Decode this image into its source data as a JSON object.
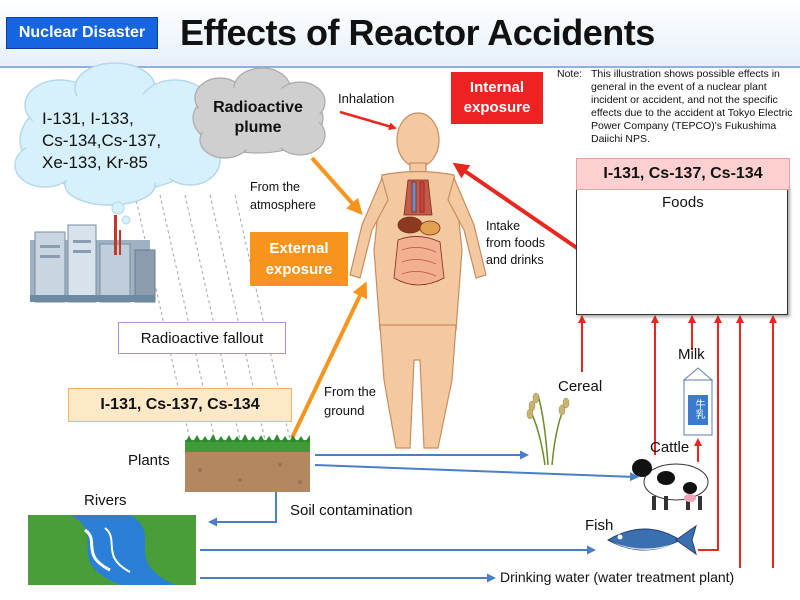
{
  "header": {
    "badge": "Nuclear Disaster",
    "title": "Effects of Reactor Accidents"
  },
  "note": {
    "label": "Note:",
    "text": "This illustration shows possible effects in general in the event of a nuclear plant incident or accident, and not the specific effects due to the accident at Tokyo Electric Power Company (TEPCO)'s Fukushima Daiichi NPS."
  },
  "cloud": {
    "line1": "I-131, I-133,",
    "line2": "Cs-134,Cs-137,",
    "line3": "Xe-133, Kr-85"
  },
  "plume": {
    "line1": "Radioactive",
    "line2": "plume"
  },
  "labels": {
    "inhalation": "Inhalation",
    "internal1": "Internal",
    "internal2": "exposure",
    "from_atm1": "From the",
    "from_atm2": "atmosphere",
    "external1": "External",
    "external2": "exposure",
    "intake1": "Intake",
    "intake2": "from foods",
    "intake3": "and drinks",
    "fallout": "Radioactive fallout",
    "isotopes_left": "I-131, Cs-137, Cs-134",
    "isotopes_right": "I-131, Cs-137, Cs-134",
    "foods": "Foods",
    "from_ground1": "From the",
    "from_ground2": "ground",
    "plants": "Plants",
    "rivers": "Rivers",
    "soil": "Soil contamination",
    "cereal": "Cereal",
    "milk": "Milk",
    "cattle": "Cattle",
    "fish": "Fish",
    "drinking_water": "Drinking water (water treatment plant)",
    "milk_carton": "牛乳"
  },
  "colors": {
    "badge": "#1565e0",
    "red_arrow": "#e8281e",
    "orange_arrow": "#f7941d",
    "blue_arrow": "#4a7fc8",
    "internal_box": "#ee2222",
    "external_box": "#f7941d",
    "isotope_box": "#fde9c8",
    "isotope_box_right": "#ffd0d0",
    "fallout_border": "#b38fd8",
    "cloud": "#d6f1fb",
    "plume": "#cfcfcf",
    "skin": "#f4c9a0"
  }
}
